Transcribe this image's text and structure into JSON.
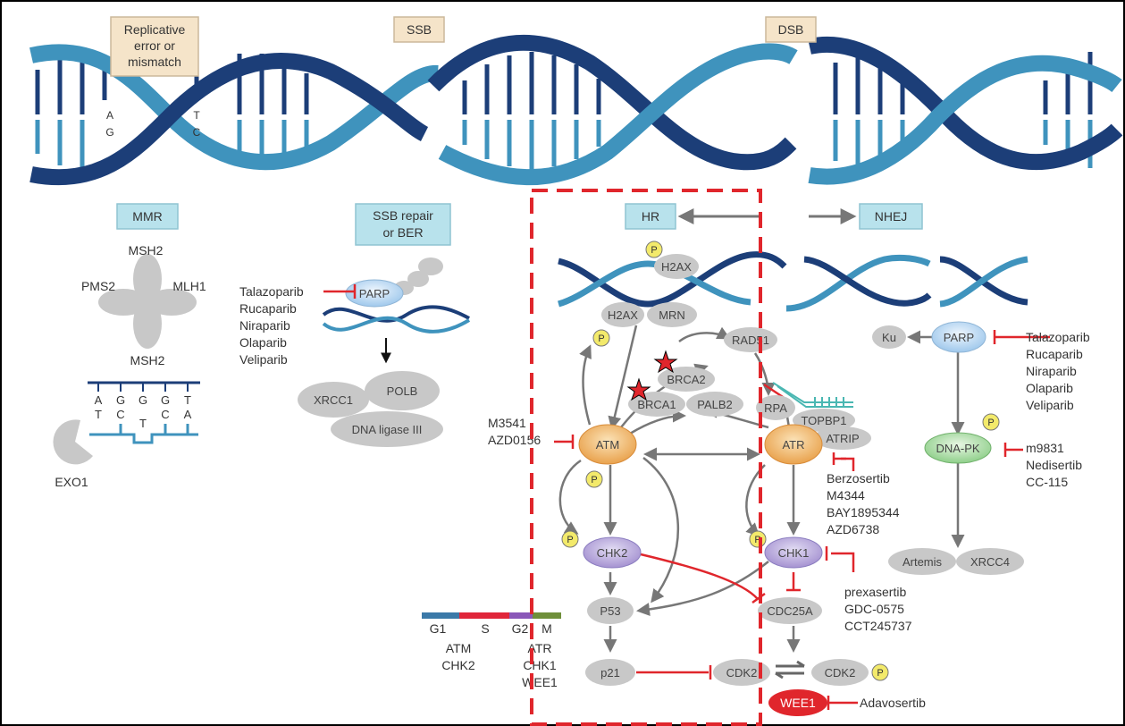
{
  "damage_labels": {
    "replicative": [
      "Replicative",
      "error or",
      "mismatch"
    ],
    "ssb": "SSB",
    "dsb": "DSB"
  },
  "base_letters": {
    "a": "A",
    "g": "G",
    "t": "T",
    "c": "C"
  },
  "pathways": {
    "mmr": "MMR",
    "ssb_repair": [
      "SSB repair",
      "or BER"
    ],
    "hr": "HR",
    "nhej": "NHEJ"
  },
  "mmr": {
    "msh2_top": "MSH2",
    "pms2": "PMS2",
    "mlh1": "MLH1",
    "msh2_bottom": "MSH2",
    "exo1": "EXO1",
    "top_bases": [
      "A",
      "G",
      "G",
      "G",
      "T"
    ],
    "bottom_bases": [
      "T",
      "C",
      "T",
      "C",
      "A"
    ]
  },
  "ber": {
    "parp": "PARP",
    "xrcc1": "XRCC1",
    "polb": "POLB",
    "ligase": "DNA ligase III",
    "inhibitors": [
      "Talazoparib",
      "Rucaparib",
      "Niraparib",
      "Olaparib",
      "Veliparib"
    ]
  },
  "hr": {
    "h2ax_top": "H2AX",
    "h2ax": "H2AX",
    "mrn": "MRN",
    "rad51": "RAD51",
    "brca2": "BRCA2",
    "brca1": "BRCA1",
    "palb2": "PALB2",
    "rpa": "RPA",
    "topbp1": "TOPBP1",
    "atrip": "ATRIP",
    "atm": "ATM",
    "atr": "ATR",
    "chk2": "CHK2",
    "chk1": "CHK1",
    "p53": "P53",
    "cdc25a": "CDC25A",
    "p21": "p21",
    "cdk2_left": "CDK2",
    "cdk2_right": "CDK2",
    "wee1": "WEE1",
    "phospho": "P"
  },
  "inhibitors": {
    "atm": [
      "M3541",
      "AZD0156"
    ],
    "atr": [
      "Berzosertib",
      "M4344",
      "BAY1895344",
      "AZD6738"
    ],
    "chk1": [
      "prexasertib",
      "GDC-0575",
      "CCT245737"
    ],
    "wee1": "Adavosertib"
  },
  "nhej": {
    "ku": "Ku",
    "parp": "PARP",
    "dnapk": "DNA-PK",
    "artemis": "Artemis",
    "xrcc4": "XRCC4",
    "parp_inhibitors": [
      "Talazoparib",
      "Rucaparib",
      "Niraparib",
      "Olaparib",
      "Veliparib"
    ],
    "dnapk_inhibitors": [
      "m9831",
      "Nedisertib",
      "CC-115"
    ]
  },
  "cell_cycle": {
    "phases": [
      "G1",
      "S",
      "G2",
      "M"
    ],
    "phase_colors": [
      "#3b79a8",
      "#e0263a",
      "#8a57b8",
      "#6f8f3a"
    ],
    "left_kinases": [
      "ATM",
      "CHK2"
    ],
    "right_kinases": [
      "ATR",
      "CHK1",
      "WEE1"
    ]
  },
  "colors": {
    "dark_strand": "#1c3e78",
    "light_strand": "#3f93bd",
    "inhibition": "#e0262c",
    "highlight_box": "#e0262c",
    "pathway_box": "#b8e2ec",
    "damage_box": "#f5e4c9"
  }
}
